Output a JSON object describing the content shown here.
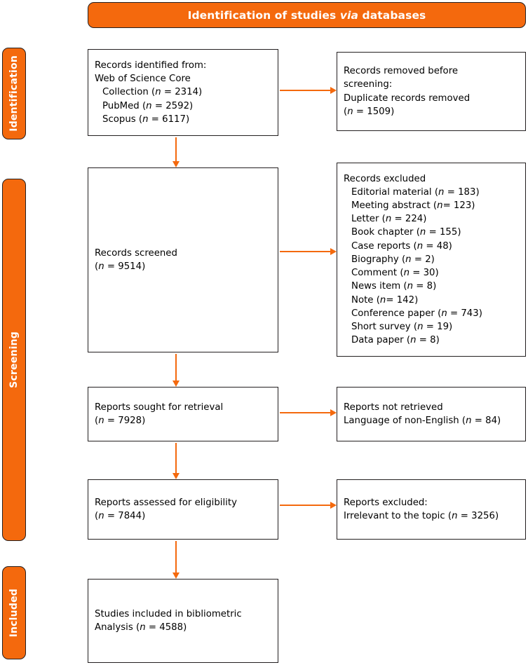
{
  "banner": {
    "text_before": "Identification of studies ",
    "text_italic": "via",
    "text_after": " databases"
  },
  "accent_color": "#F4690D",
  "border_color": "#231f20",
  "stages": {
    "identification": "Identification",
    "screening": "Screening",
    "included": "Included"
  },
  "boxes": {
    "identified": {
      "line1": "Records identified from:",
      "line2": "Web of Science Core",
      "line3_label": "Collection (",
      "line3_n": "n",
      "line3_value": " = 2314)",
      "line4_label": "PubMed (",
      "line4_n": "n",
      "line4_value": " = 2592)",
      "line5_label": "Scopus (",
      "line5_n": "n",
      "line5_value": " = 6117)"
    },
    "removed": {
      "line1": "Records removed before",
      "line2": "screening:",
      "line3": "Duplicate records removed",
      "line4_open": "(",
      "line4_n": "n",
      "line4_value": " = 1509)"
    },
    "screened": {
      "line1": "Records screened",
      "line2_open": "(",
      "line2_n": "n",
      "line2_value": " = 9514)"
    },
    "excluded": {
      "title": "Records excluded",
      "items": [
        {
          "label": "Editorial material (",
          "n": "n",
          "value": " = 183)"
        },
        {
          "label": "Meeting abstract (",
          "n": "n",
          "value": "= 123)"
        },
        {
          "label": "Letter (",
          "n": "n",
          "value": " = 224)"
        },
        {
          "label": "Book chapter (",
          "n": "n",
          "value": " = 155)"
        },
        {
          "label": "Case reports (",
          "n": "n",
          "value": " = 48)"
        },
        {
          "label": "Biography (",
          "n": "n",
          "value": " = 2)"
        },
        {
          "label": "Comment (",
          "n": "n",
          "value": " = 30)"
        },
        {
          "label": "News item (",
          "n": "n",
          "value": " = 8)"
        },
        {
          "label": "Note (",
          "n": "n",
          "value": "= 142)"
        },
        {
          "label": "Conference paper (",
          "n": "n",
          "value": " = 743)"
        },
        {
          "label": "Short survey (",
          "n": "n",
          "value": " = 19)"
        },
        {
          "label": "Data paper (",
          "n": "n",
          "value": " = 8)"
        }
      ]
    },
    "sought": {
      "line1": "Reports sought for retrieval",
      "line2_open": "(",
      "line2_n": "n",
      "line2_value": " = 7928)"
    },
    "notretrieved": {
      "line1": "Reports not retrieved",
      "line2_label": "Language of non-English (",
      "line2_n": "n",
      "line2_value": " = 84)"
    },
    "assessed": {
      "line1": "Reports assessed for eligibility",
      "line2_open": "(",
      "line2_n": "n",
      "line2_value": " = 7844)"
    },
    "repexcluded": {
      "line1": "Reports excluded:",
      "line2_label": "Irrelevant to the topic (",
      "line2_n": "n",
      "line2_value": " = 3256)"
    },
    "included": {
      "line1": "Studies included in bibliometric",
      "line2_label": "Analysis (",
      "line2_n": "n",
      "line2_value": " = 4588)"
    }
  },
  "chart_data": {
    "type": "diagram",
    "title": "Identification of studies via databases",
    "nodes": [
      {
        "id": "identified",
        "stage": "Identification",
        "label": "Records identified from: Web of Science Core Collection / PubMed / Scopus",
        "values": {
          "Web of Science Core Collection": 2314,
          "PubMed": 2592,
          "Scopus": 6117
        }
      },
      {
        "id": "removed",
        "stage": "Identification",
        "label": "Records removed before screening: Duplicate records removed",
        "n": 1509
      },
      {
        "id": "screened",
        "stage": "Screening",
        "label": "Records screened",
        "n": 9514
      },
      {
        "id": "excluded",
        "stage": "Screening",
        "label": "Records excluded",
        "values": {
          "Editorial material": 183,
          "Meeting abstract": 123,
          "Letter": 224,
          "Book chapter": 155,
          "Case reports": 48,
          "Biography": 2,
          "Comment": 30,
          "News item": 8,
          "Note": 142,
          "Conference paper": 743,
          "Short survey": 19,
          "Data paper": 8
        }
      },
      {
        "id": "sought",
        "stage": "Screening",
        "label": "Reports sought for retrieval",
        "n": 7928
      },
      {
        "id": "notretrieved",
        "stage": "Screening",
        "label": "Reports not retrieved - Language of non-English",
        "n": 84
      },
      {
        "id": "assessed",
        "stage": "Screening",
        "label": "Reports assessed for eligibility",
        "n": 7844
      },
      {
        "id": "repexcluded",
        "stage": "Screening",
        "label": "Reports excluded: Irrelevant to the topic",
        "n": 3256
      },
      {
        "id": "included",
        "stage": "Included",
        "label": "Studies included in bibliometric Analysis",
        "n": 4588
      }
    ],
    "edges": [
      {
        "from": "identified",
        "to": "removed"
      },
      {
        "from": "identified",
        "to": "screened"
      },
      {
        "from": "screened",
        "to": "excluded"
      },
      {
        "from": "screened",
        "to": "sought"
      },
      {
        "from": "sought",
        "to": "notretrieved"
      },
      {
        "from": "sought",
        "to": "assessed"
      },
      {
        "from": "assessed",
        "to": "repexcluded"
      },
      {
        "from": "assessed",
        "to": "included"
      }
    ]
  }
}
